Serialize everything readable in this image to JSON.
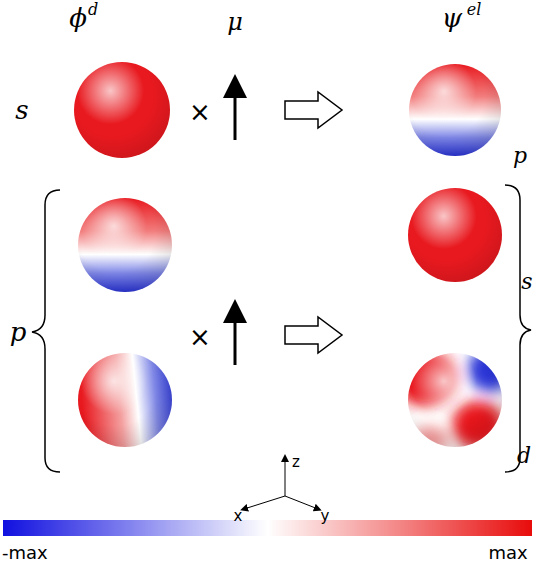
{
  "diagram": {
    "labels": [
      "ϕ",
      "d",
      "μ",
      "ψ",
      "el",
      "s",
      "×",
      "p",
      "p",
      "×",
      "s",
      "d",
      "z",
      "x",
      "y",
      "-max",
      "max"
    ]
  }
}
